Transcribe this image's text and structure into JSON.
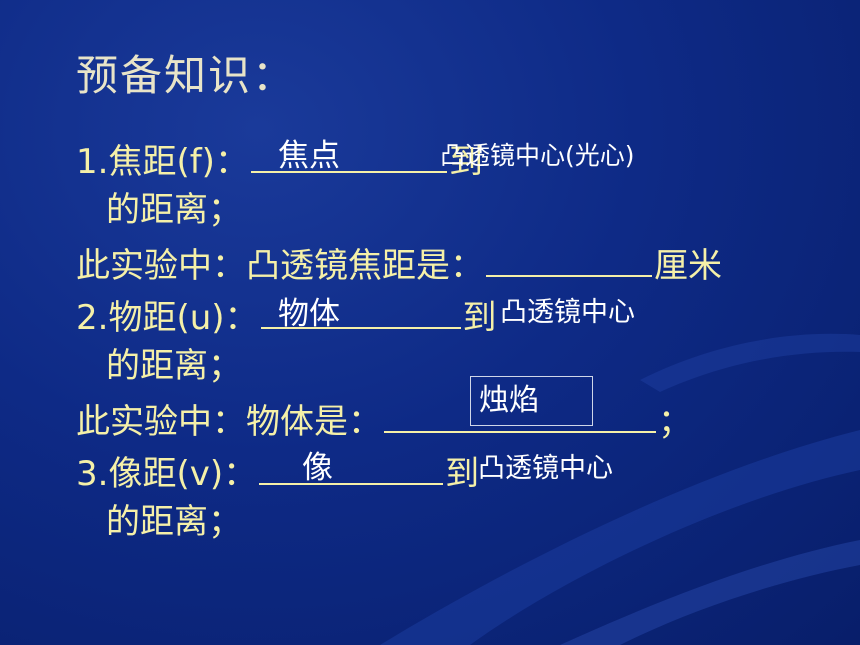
{
  "title": "预备知识：",
  "item1": {
    "label": "1.焦距(f)：",
    "to": "到",
    "tail": "的距离；",
    "answer_a": "焦点",
    "answer_b": "凸透镜中心(光心)"
  },
  "line_focal": {
    "text": "此实验中：凸透镜焦距是：",
    "unit": "厘米"
  },
  "item2": {
    "label": "2.物距(u)：",
    "to": "到",
    "tail": "的距离；",
    "answer_a": "物体",
    "answer_b": "凸透镜中心"
  },
  "line_object": {
    "text": "此实验中：物体是：",
    "end": "；",
    "answer": "烛焰"
  },
  "item3": {
    "label": "3.像距(v)：",
    "to": "到",
    "tail": "的距离；",
    "answer_a": "像",
    "answer_b": "凸透镜中心"
  }
}
